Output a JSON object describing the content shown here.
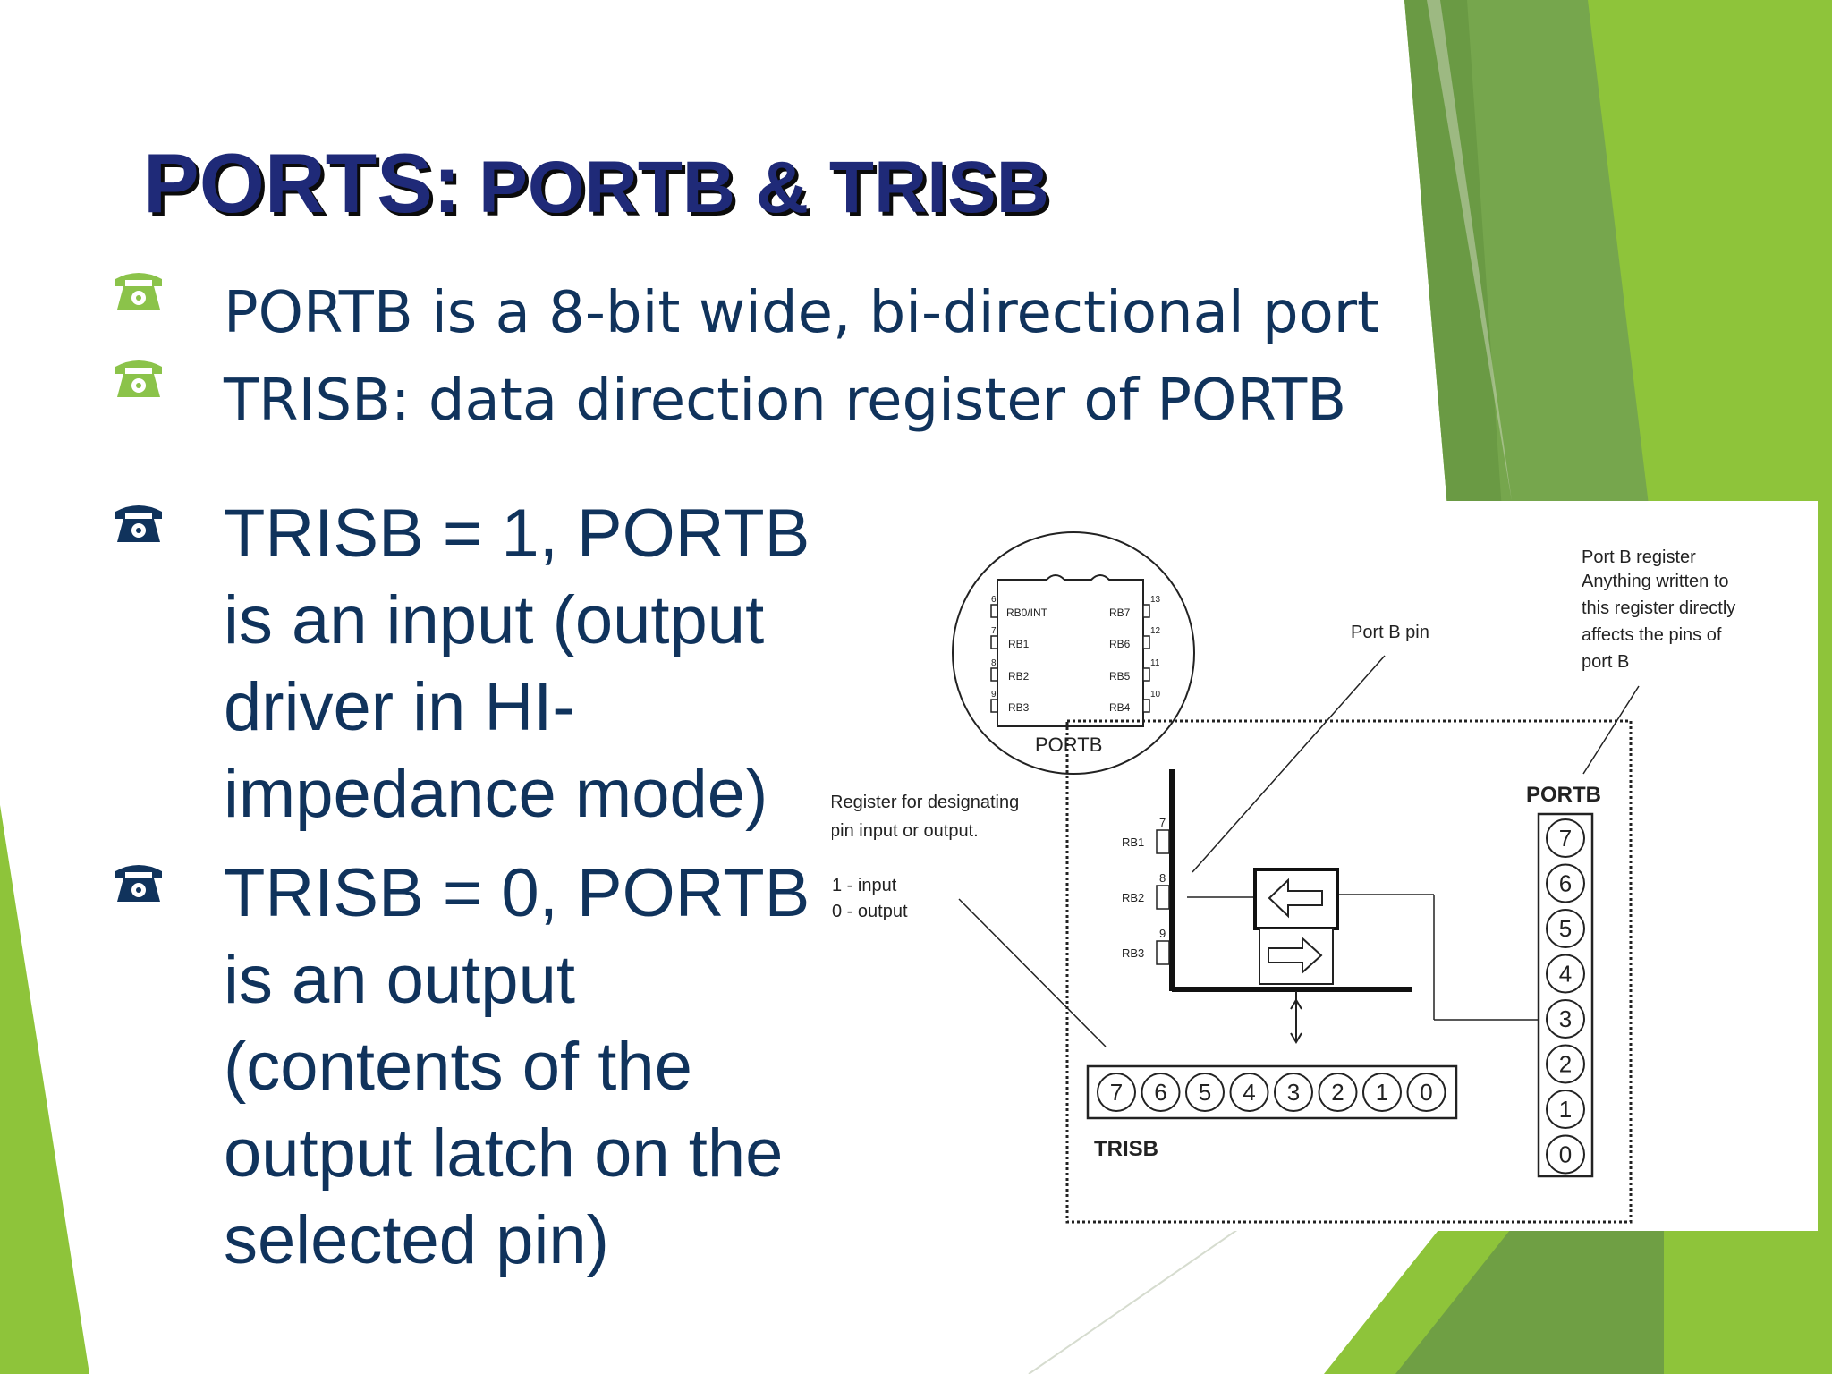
{
  "slide": {
    "title_main": "PORTS:",
    "title_sub": "PORTB & TRISB",
    "bullets": [
      {
        "text": "PORTB is a 8-bit wide, bi-directional port"
      },
      {
        "text": "TRISB: data direction register of PORTB"
      },
      {
        "text": "TRISB = 1, PORTB is an input (output driver in HI-impedance mode)"
      },
      {
        "text": "TRISB = 0, PORTB is an output (contents of the output latch on the selected pin)"
      }
    ]
  },
  "diagram": {
    "chip_pins_left": [
      "RB0/INT",
      "RB1",
      "RB2",
      "RB3"
    ],
    "chip_pins_right": [
      "RB7",
      "RB6",
      "RB5",
      "RB4"
    ],
    "chip_pin_numbers_left": [
      "6",
      "7",
      "8",
      "9"
    ],
    "chip_pin_numbers_right": [
      "13",
      "12",
      "11",
      "10"
    ],
    "chip_label": "PORTB",
    "port_b_pin_label": "Port B pin",
    "port_b_register_note": [
      "Port B register",
      "Anything written to",
      "this register directly",
      "affects the pins of",
      "port B"
    ],
    "trisb_note": [
      "Register for designating",
      "pin input or output."
    ],
    "trisb_legend": [
      "1 - input",
      "0 - output"
    ],
    "pins": [
      {
        "label": "RB1",
        "number": "7"
      },
      {
        "label": "RB2",
        "number": "8"
      },
      {
        "label": "RB3",
        "number": "9"
      }
    ],
    "portb_register_label": "PORTB",
    "portb_bits": [
      "7",
      "6",
      "5",
      "4",
      "3",
      "2",
      "1",
      "0"
    ],
    "trisb_register_label": "TRISB",
    "trisb_bits": [
      "7",
      "6",
      "5",
      "4",
      "3",
      "2",
      "1",
      "0"
    ]
  },
  "colors": {
    "title": "#1f2a78",
    "body_text": "#10335c",
    "bullet_green": "#8bc34a",
    "bullet_navy": "#10335c",
    "green_dark": "#6b9a46",
    "green_light": "#8ec43a"
  }
}
